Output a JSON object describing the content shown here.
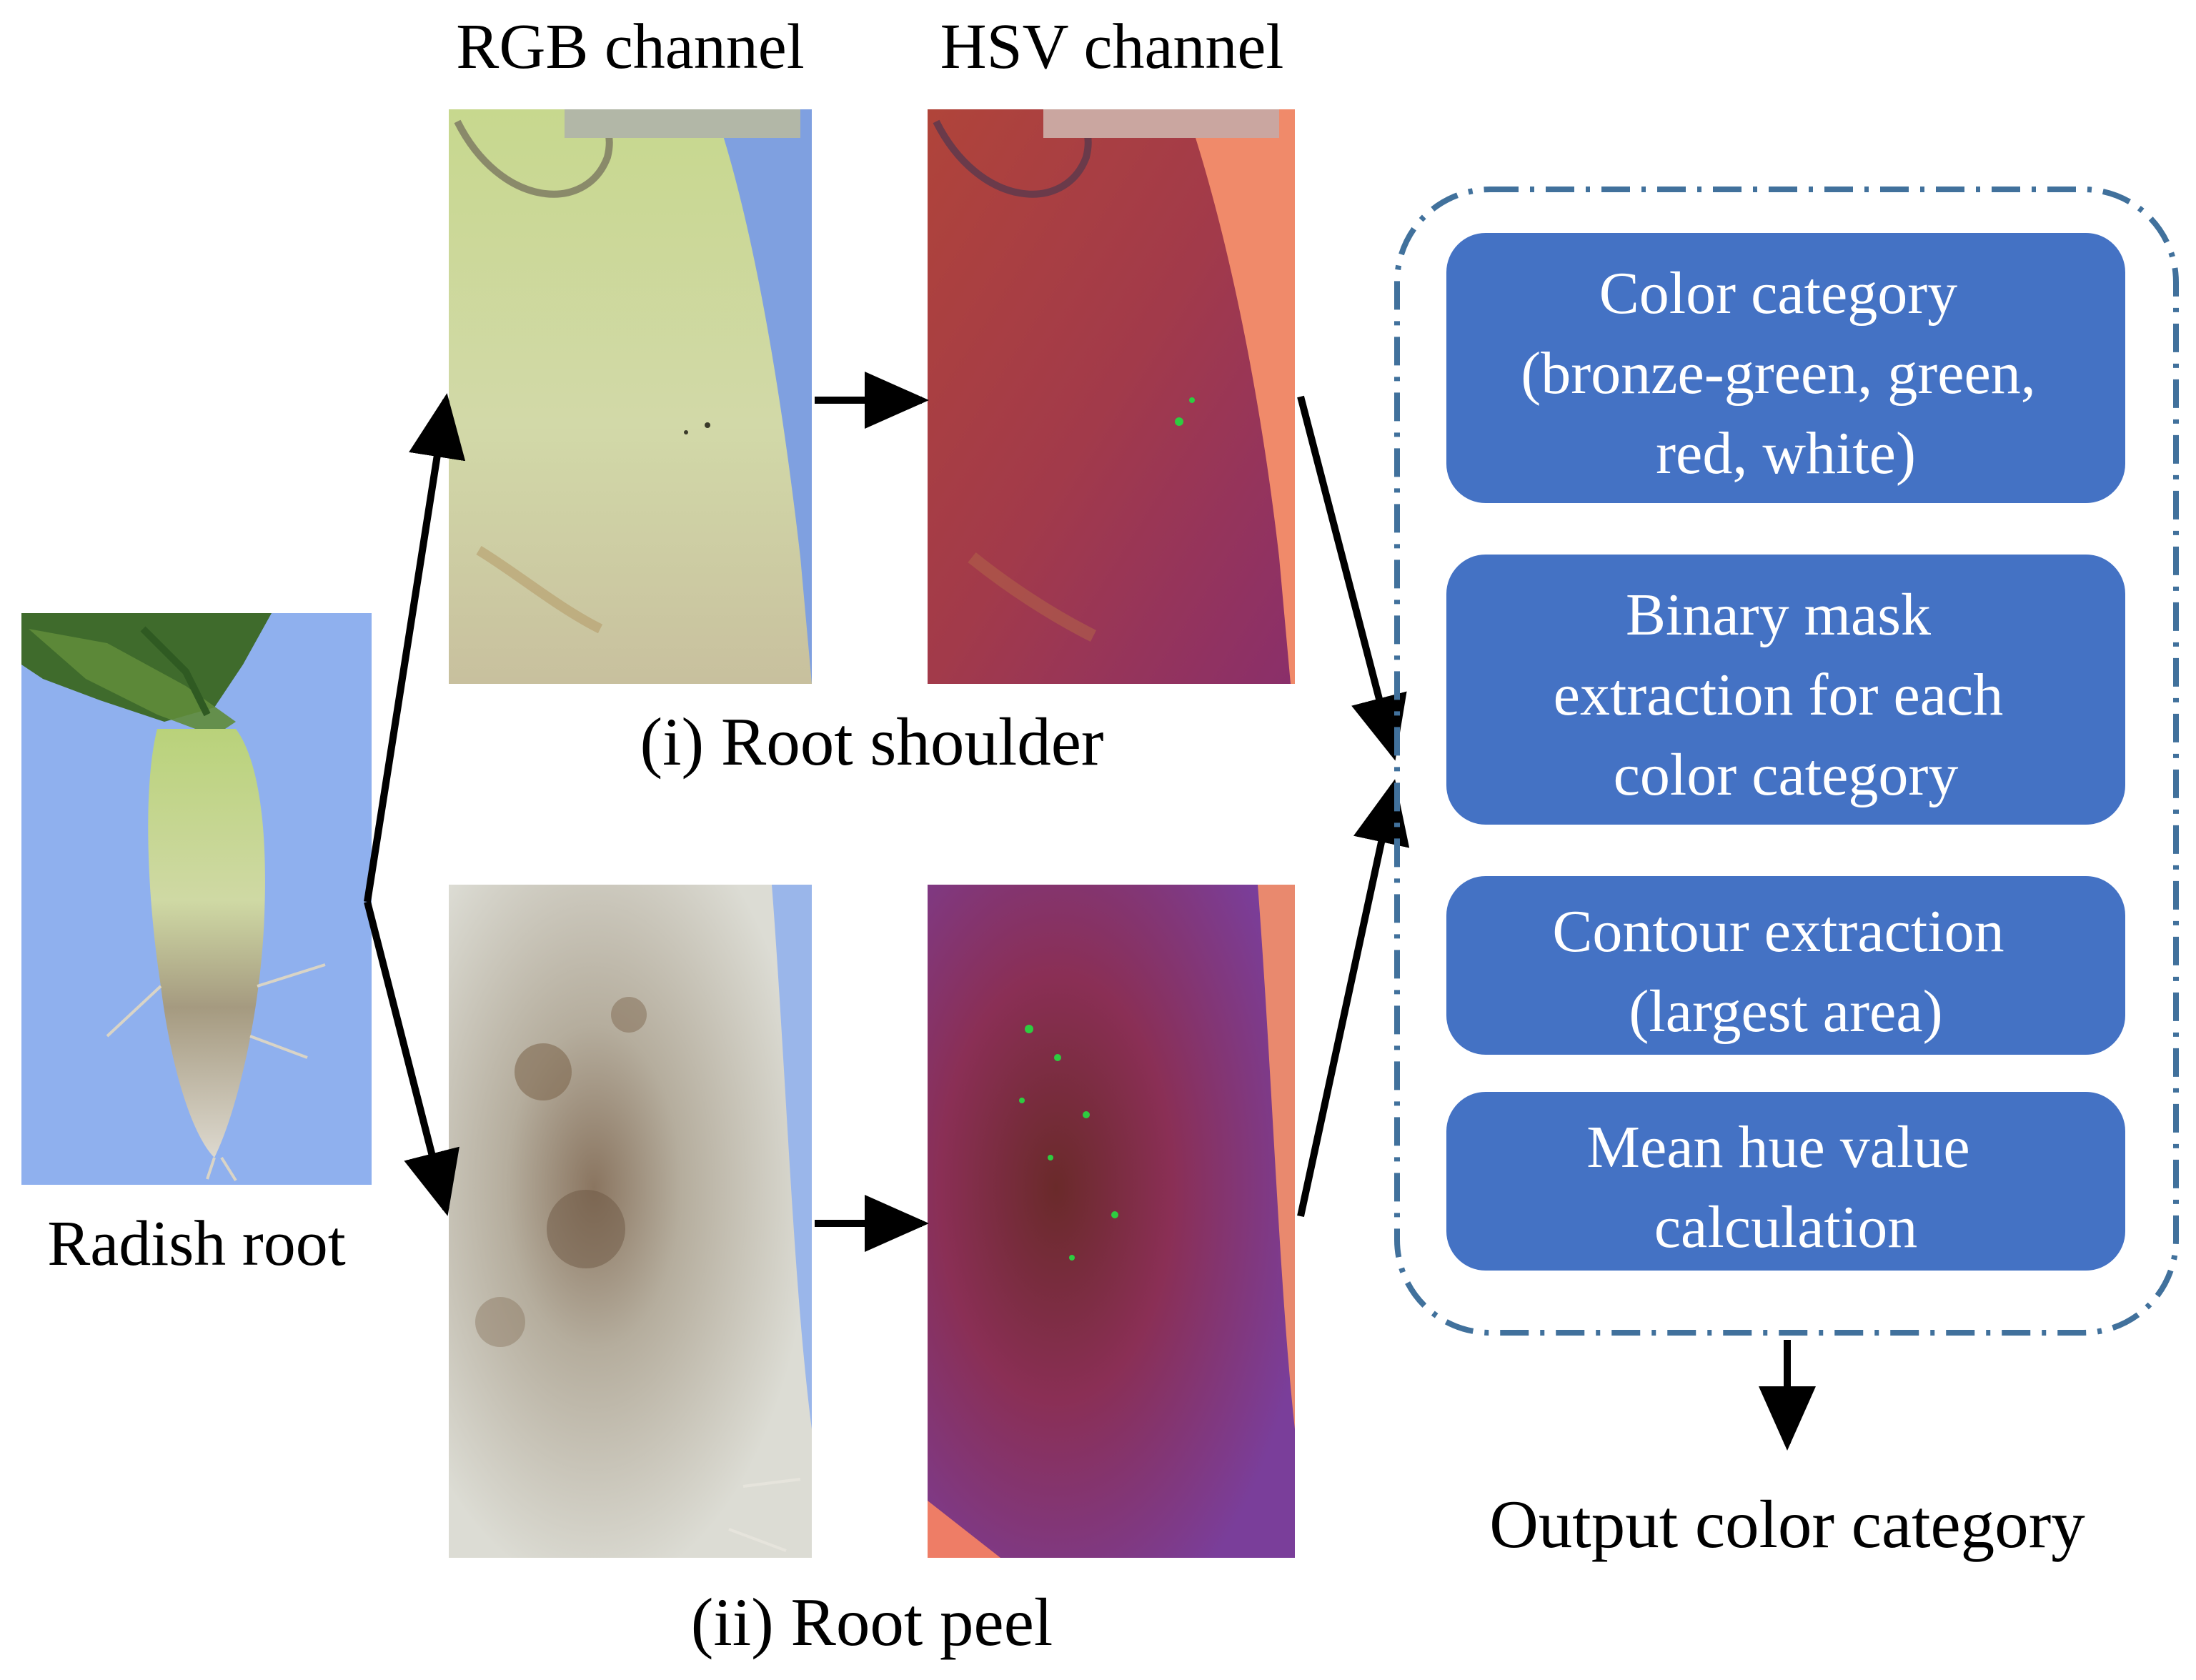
{
  "labels": {
    "rgb_channel": "RGB channel",
    "hsv_channel": "HSV channel",
    "radish_root": "Radish root",
    "root_shoulder": "(i) Root shoulder",
    "root_peel": "(ii) Root peel",
    "output": "Output color category"
  },
  "steps": [
    {
      "lines": [
        "Color category",
        "(bronze-green, green,",
        "red, white)"
      ]
    },
    {
      "lines": [
        "Binary mask",
        "extraction for each",
        "color category"
      ]
    },
    {
      "lines": [
        "Contour extraction",
        "(largest area)"
      ]
    },
    {
      "lines": [
        "Mean hue value",
        "calculation"
      ]
    }
  ],
  "colors": {
    "step_box": "#4472C4",
    "dashed_border": "#41719C",
    "background_blue": "#7FA3E6"
  }
}
